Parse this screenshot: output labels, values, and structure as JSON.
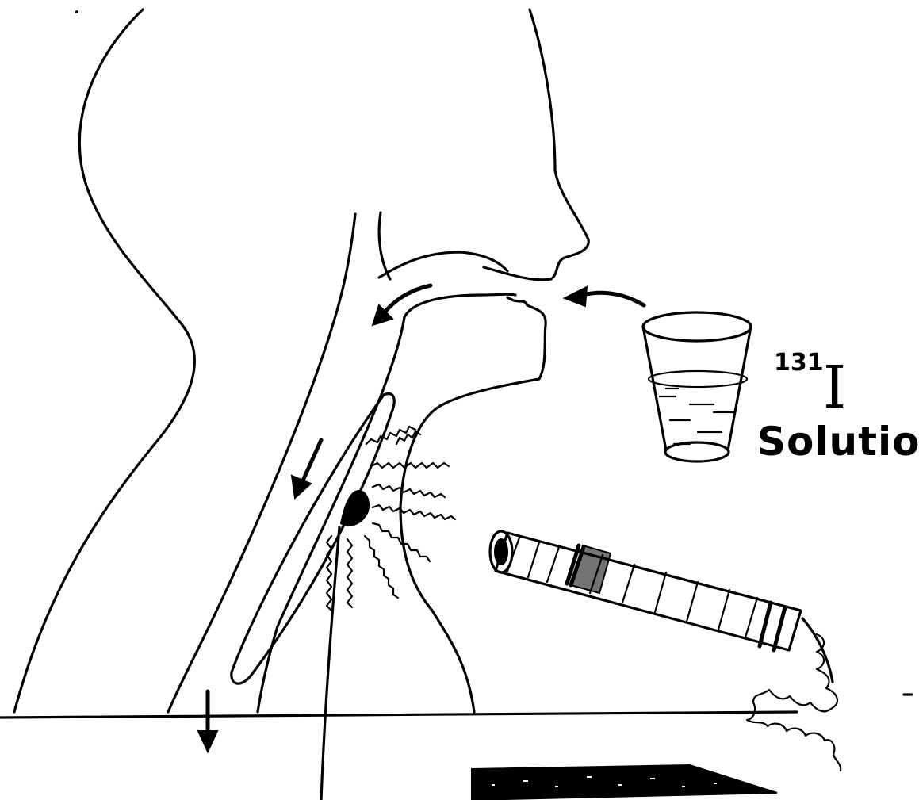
{
  "diagram": {
    "isotope_mass": "131",
    "element_symbol": "I",
    "solution_label": "Solution",
    "icons": [
      "head-neck-outline",
      "glass-of-solution",
      "radiation-detector-probe",
      "counter-device"
    ]
  }
}
